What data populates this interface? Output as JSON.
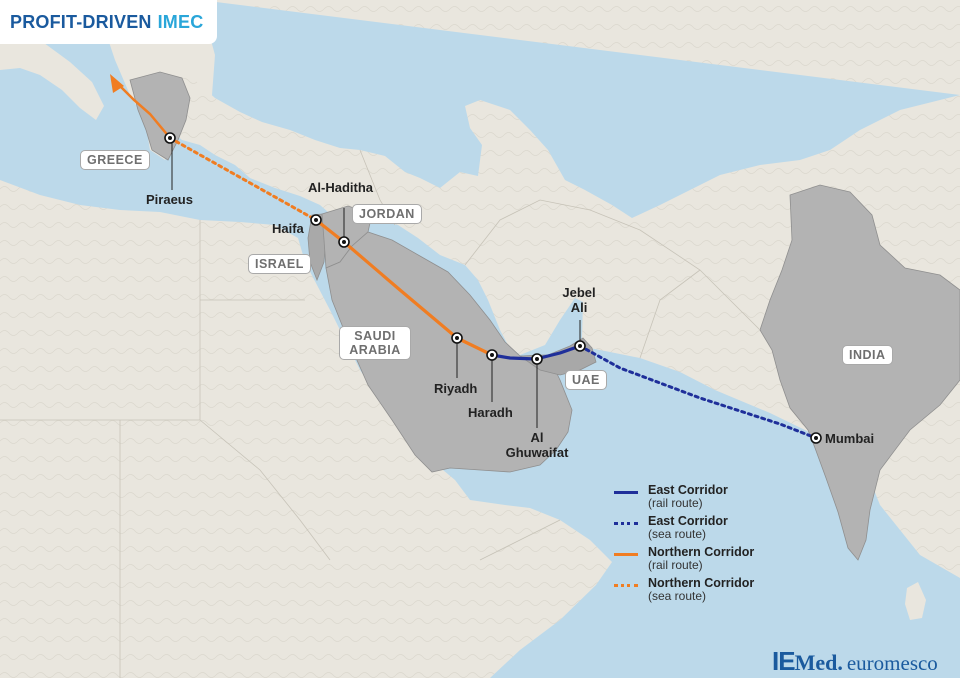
{
  "title": {
    "part1": "PROFIT-DRIVEN",
    "part2": "IMEC"
  },
  "countries": {
    "greece": "GREECE",
    "jordan": "JORDAN",
    "israel": "ISRAEL",
    "saudi_arabia": "SAUDI ARABIA",
    "uae": "UAE",
    "india": "INDIA"
  },
  "cities": {
    "piraeus": "Piraeus",
    "haifa": "Haifa",
    "al_haditha": "Al-Haditha",
    "riyadh": "Riyadh",
    "haradh": "Haradh",
    "al_ghuwaifat": "Al Ghuwaifat",
    "jebel_ali": "Jebel Ali",
    "mumbai": "Mumbai"
  },
  "legend": [
    {
      "name": "East Corridor",
      "sub": "(rail route)",
      "style": "solid",
      "color": "#1f2f9a"
    },
    {
      "name": "East Corridor",
      "sub": "(sea route)",
      "style": "dotted",
      "color": "#1f2f9a"
    },
    {
      "name": "Northern Corridor",
      "sub": "(rail route)",
      "style": "solid",
      "color": "#f07d22"
    },
    {
      "name": "Northern Corridor",
      "sub": "(sea route)",
      "style": "dotted",
      "color": "#f07d22"
    }
  ],
  "logo": {
    "ie": "IE",
    "med": "Med.",
    "euro": "euromesco"
  },
  "colors": {
    "title_primary": "#1a5a9e",
    "title_accent": "#2aa6d9",
    "east_corridor": "#1f2f9a",
    "northern_corridor": "#f07d22",
    "sea": "#bcd9ea",
    "highlighted_land": "#b3b3b3"
  }
}
